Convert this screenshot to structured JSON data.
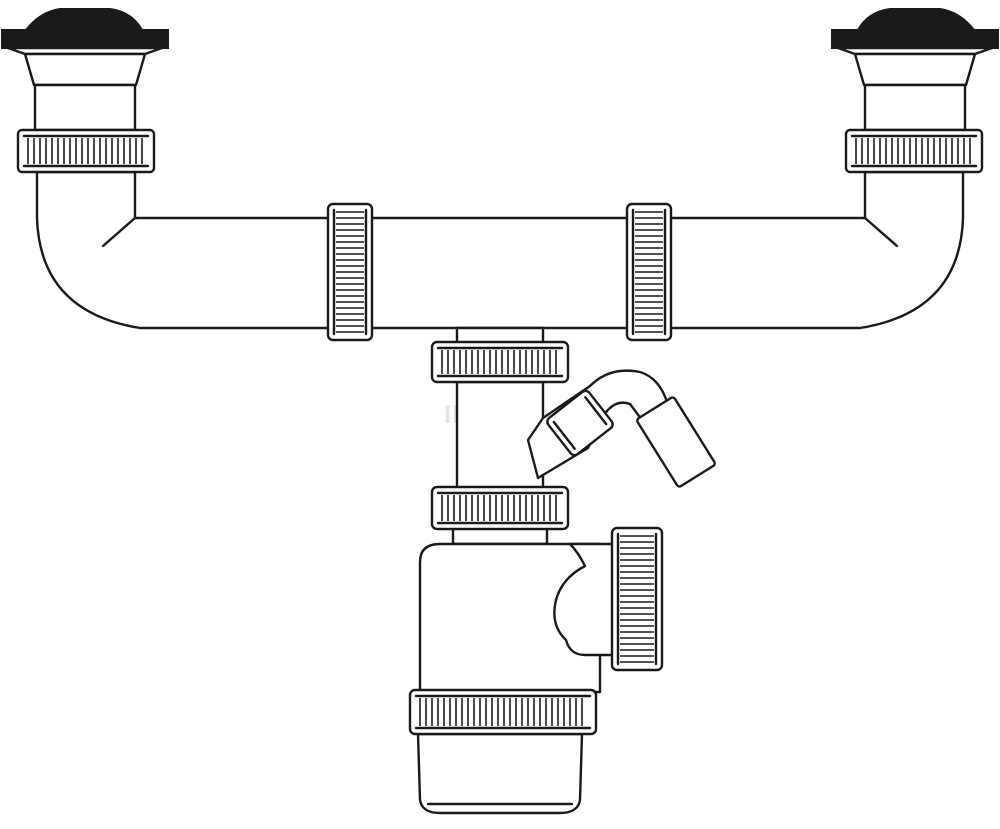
{
  "watermark": {
    "text": "INFO"
  },
  "colors": {
    "line": "#1a1a1a",
    "fill": "#ffffff",
    "strainer": "#1a1a1a",
    "watermark": "#e6e6e6"
  },
  "parts": [
    {
      "id": "left-strainer",
      "icon": "sink-strainer-icon"
    },
    {
      "id": "right-strainer",
      "icon": "sink-strainer-icon"
    },
    {
      "id": "left-elbow",
      "icon": "pipe-elbow-icon"
    },
    {
      "id": "right-elbow",
      "icon": "pipe-elbow-icon"
    },
    {
      "id": "horizontal-pipe",
      "icon": "pipe-icon"
    },
    {
      "id": "tee-connector",
      "icon": "tee-icon"
    },
    {
      "id": "hose-spigot",
      "icon": "hose-spigot-icon"
    },
    {
      "id": "bottle-trap",
      "icon": "bottle-trap-icon"
    }
  ]
}
